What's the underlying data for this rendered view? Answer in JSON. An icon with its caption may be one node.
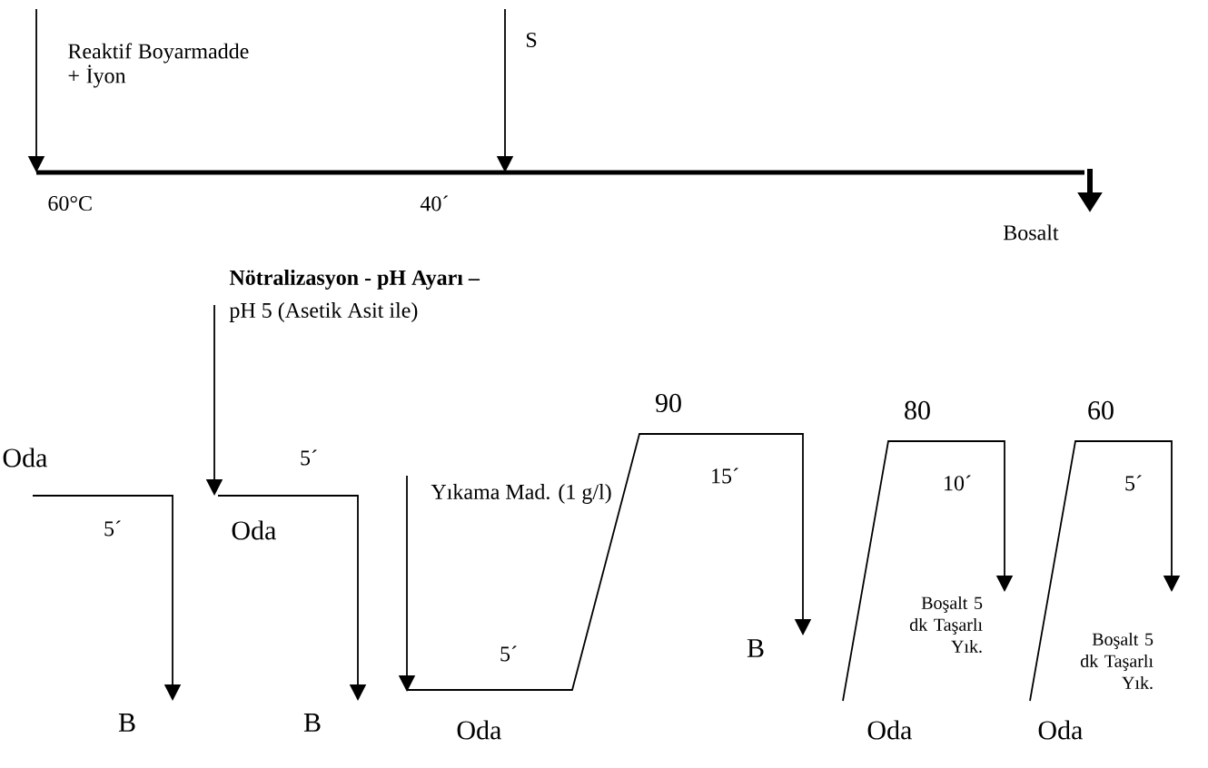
{
  "diagram": {
    "labels": [
      "Reaktif Boyarmadde + İyon",
      "S",
      "60°C",
      "40´",
      "Bosalt",
      "Nötralizasyon - pH Ayarı –",
      "pH 5 (Asetik Asit ile)",
      "Oda",
      "5´",
      "5´",
      "Oda",
      "Yıkama Mad. (1 g/l)",
      "B",
      "B",
      "5´",
      "Oda",
      "90",
      "15´",
      "B",
      "80",
      "10´",
      "Boşalt 5 dk Taşarlı Yık.",
      "Oda",
      "60",
      "5´",
      "Boşalt 5 dk Taşarlı Yık.",
      "Oda"
    ]
  }
}
